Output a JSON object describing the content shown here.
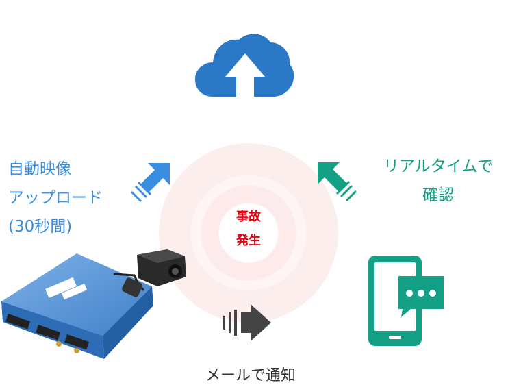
{
  "center": {
    "line1": "事故",
    "line2": "発生"
  },
  "upload": {
    "text": "自動映像\nアップロード\n(30秒間)"
  },
  "realtime": {
    "text": "リアルタイムで\n確認"
  },
  "mail": {
    "text": "メールで通知"
  },
  "icons": {
    "cloud": "cloud-upload-icon",
    "phone": "smartphone-chat-icon",
    "device": "dashcam-recorder-unit",
    "camera": "camera-icon",
    "arrow_blue": "arrow-up-right-icon",
    "arrow_green": "arrow-up-left-icon",
    "arrow_gray": "arrow-right-icon"
  },
  "colors": {
    "blue": "#3a8ee0",
    "green": "#14a085",
    "red": "#e60012",
    "cloud": "#2a78c6",
    "gray": "#444444"
  }
}
